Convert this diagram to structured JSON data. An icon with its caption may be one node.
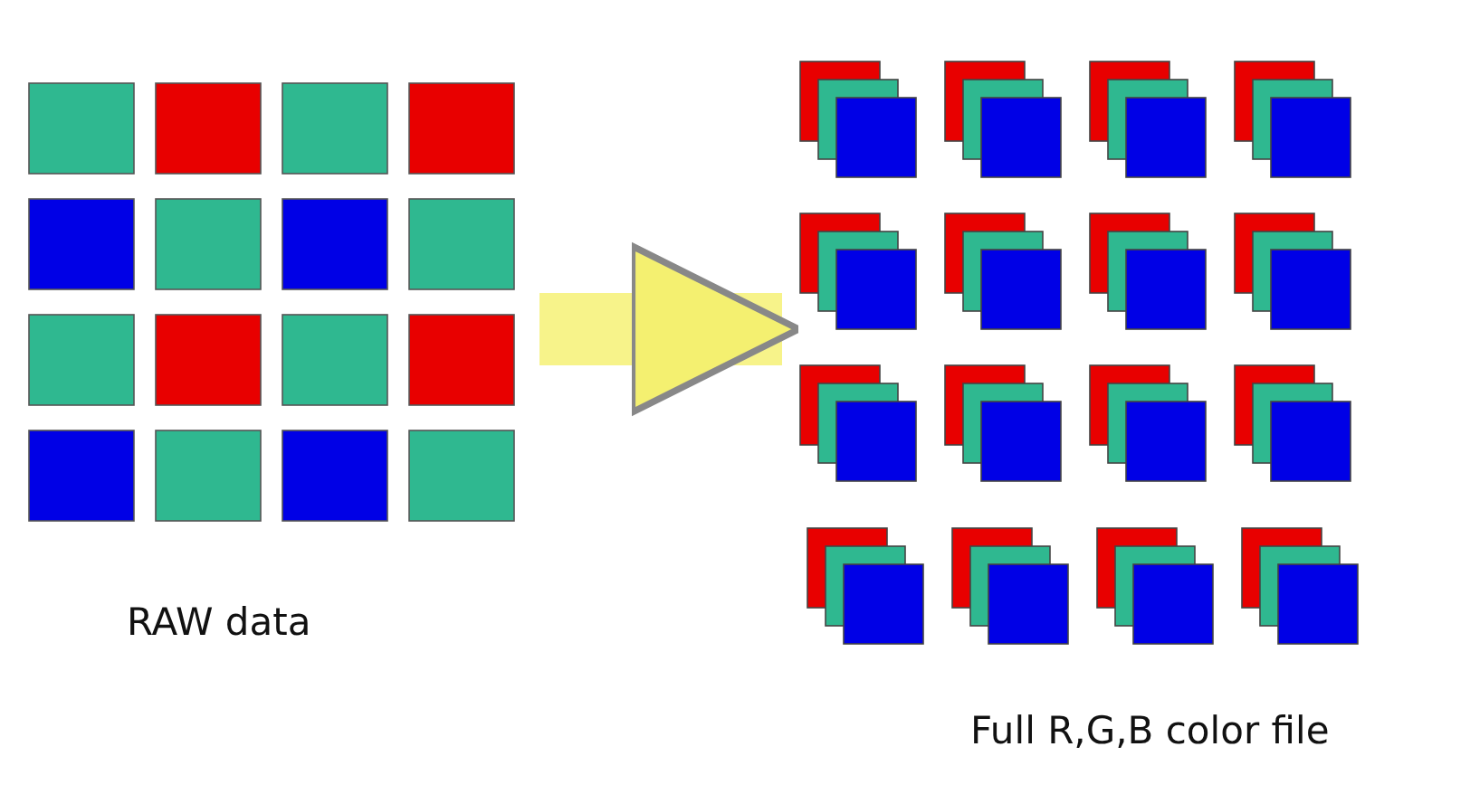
{
  "diagram": {
    "nodes": [
      {
        "text": [
          "RAW data"
        ]
      },
      {
        "text": [
          "Full R,G,B color file"
        ]
      }
    ],
    "edges": [
      {
        "from": 0,
        "to": 1,
        "arrow": "to"
      }
    ]
  }
}
